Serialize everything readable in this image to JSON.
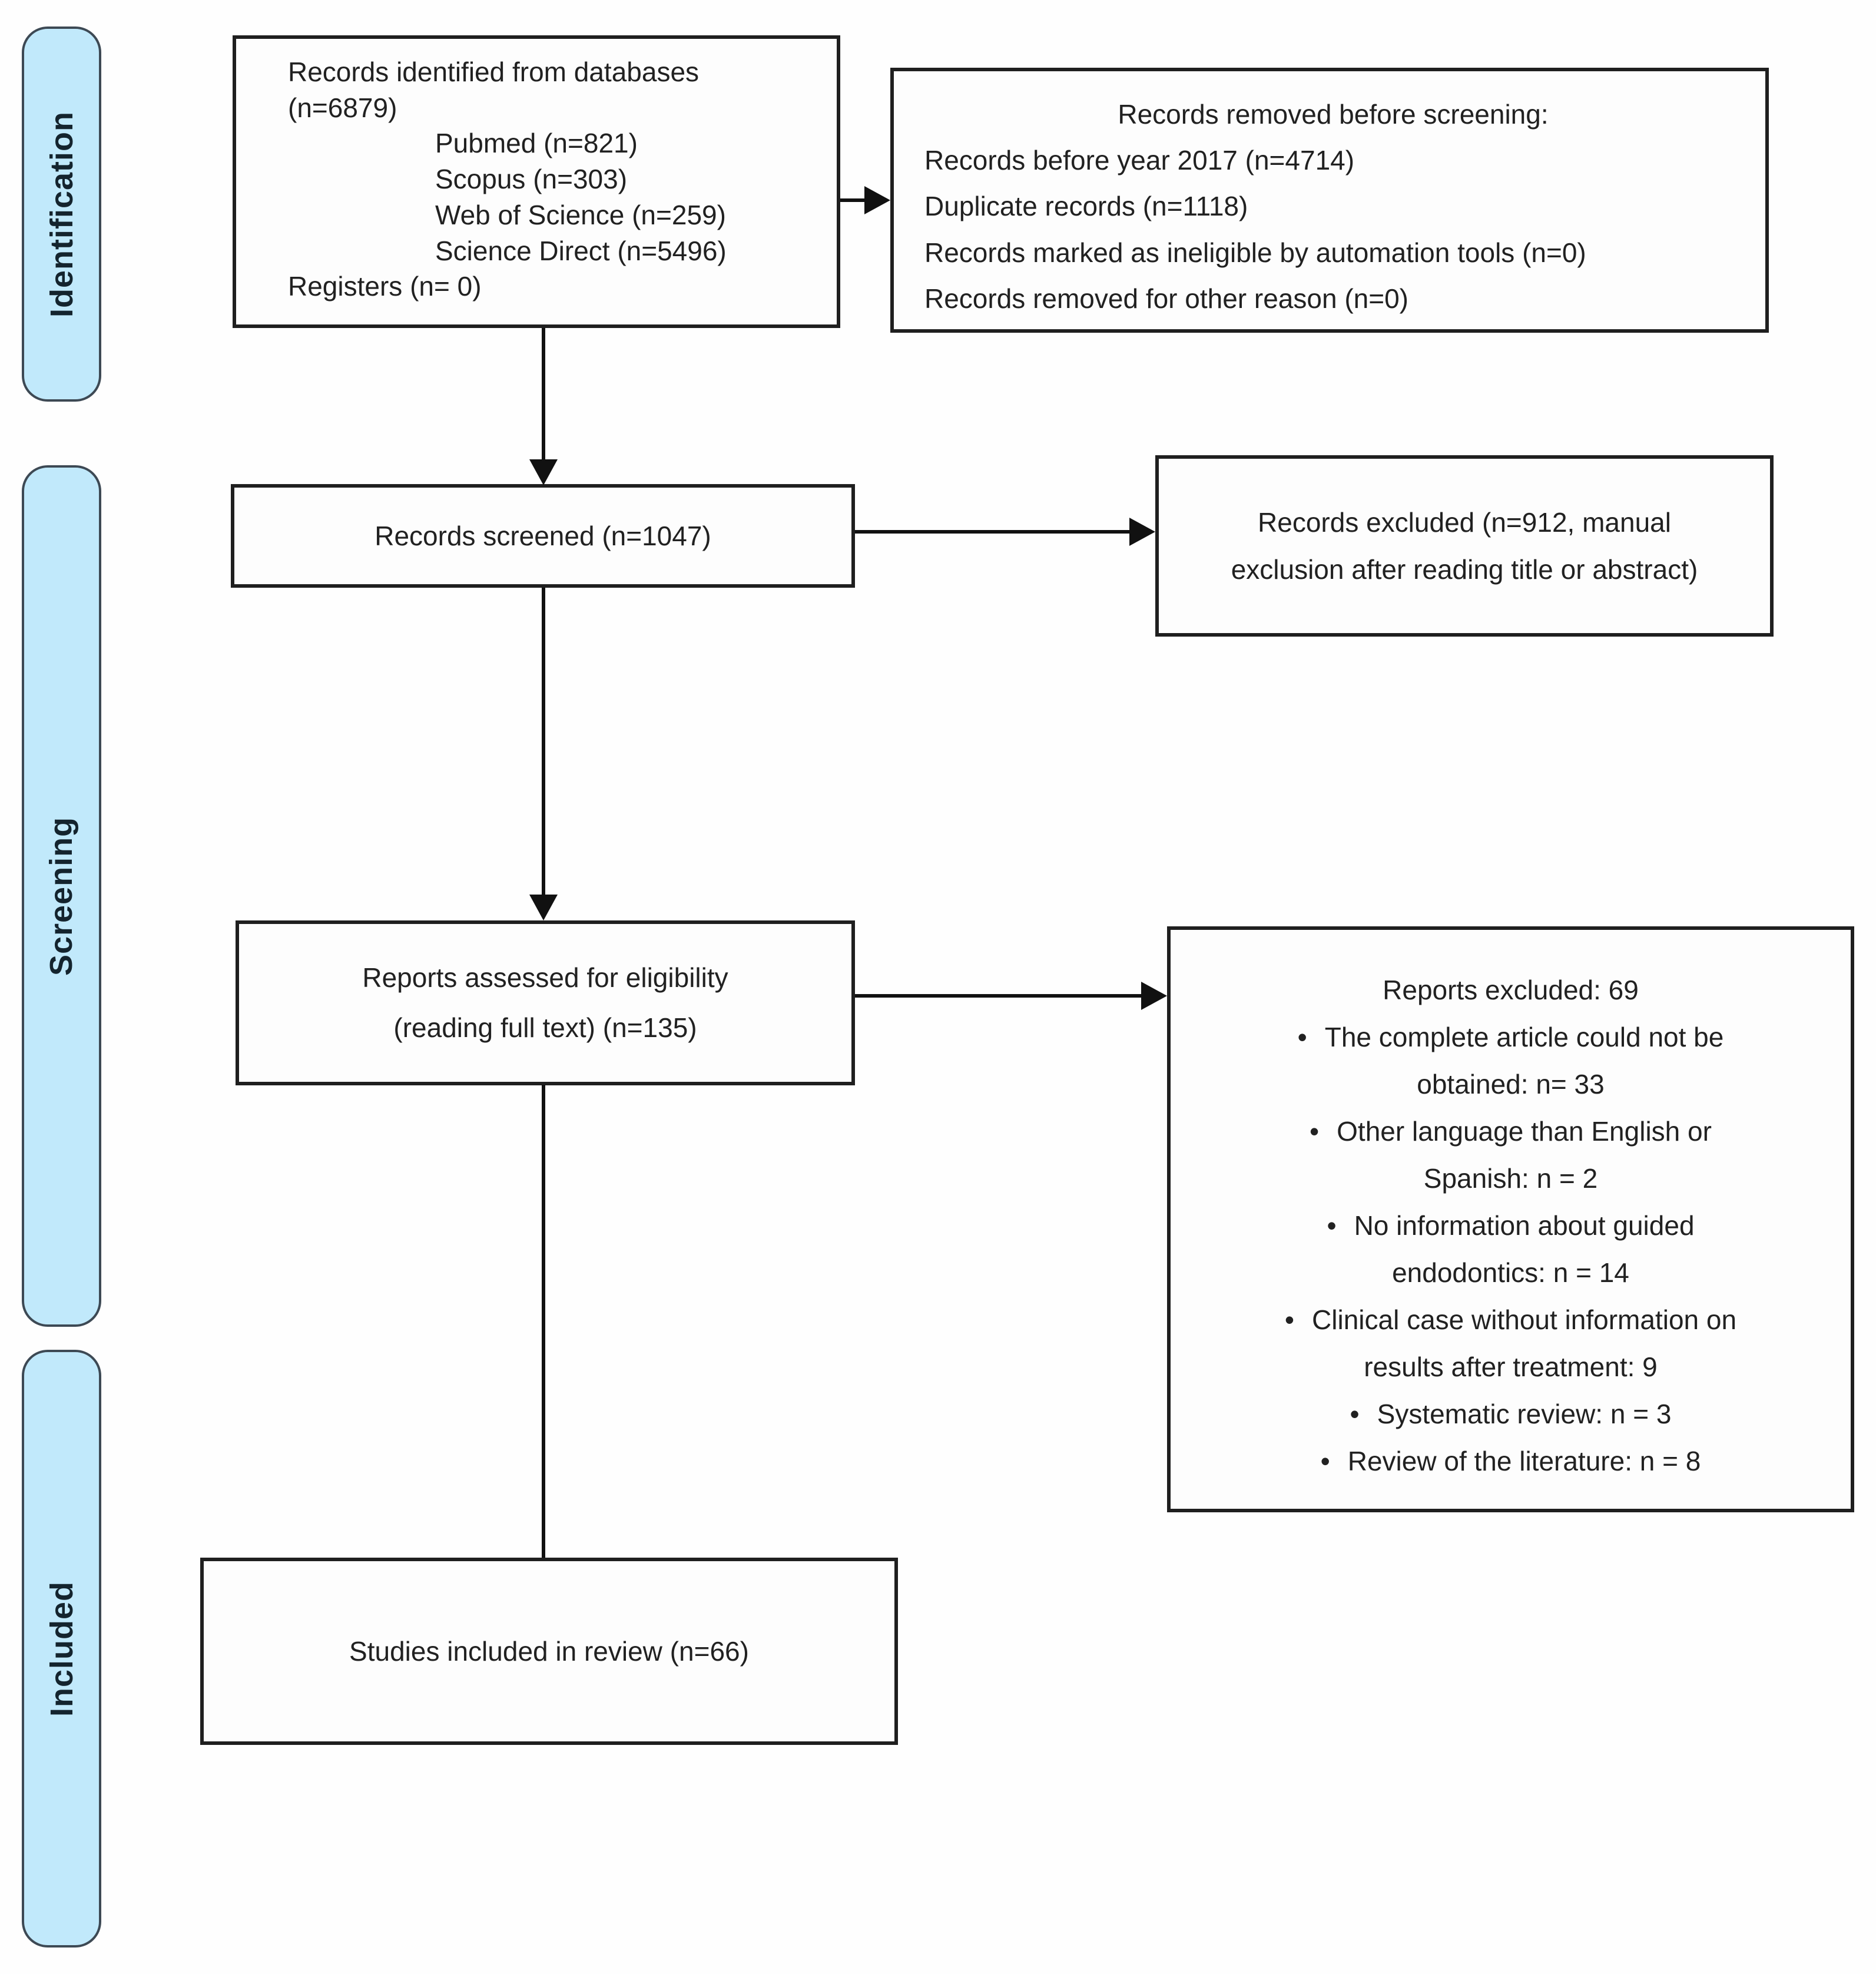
{
  "stages": [
    {
      "label": "Identification"
    },
    {
      "label": "Screening"
    },
    {
      "label": "Included"
    }
  ],
  "boxes": {
    "identified": {
      "line1": "Records identified from databases",
      "line2": "(n=6879)",
      "databases": [
        "Pubmed (n=821)",
        "Scopus (n=303)",
        "Web of Science (n=259)",
        "Science Direct (n=5496)"
      ],
      "registers": "Registers (n= 0)"
    },
    "removed": {
      "title": "Records removed before screening:",
      "reasons": [
        "Records before year 2017 (n=4714)",
        "Duplicate records (n=1118)",
        "Records marked as ineligible by automation tools (n=0)",
        "Records removed for other reason (n=0)"
      ]
    },
    "screened": {
      "text": "Records screened (n=1047)"
    },
    "records_excluded": {
      "text": "Records excluded (n=912, manual exclusion after reading title or abstract)"
    },
    "assessed": {
      "line1": "Reports assessed for eligibility",
      "line2": "(reading full text) (n=135)"
    },
    "reports_excluded": {
      "title": "Reports excluded: 69",
      "bullets": [
        "The complete article could not be obtained: n= 33",
        "Other language than English or Spanish: n = 2",
        "No information about guided endodontics: n = 14",
        "Clinical case without information on results after treatment: 9",
        "Systematic review: n = 3",
        "Review of the literature: n = 8"
      ]
    },
    "included_studies": {
      "text": "Studies included in review (n=66)"
    }
  },
  "colors": {
    "stage_fill": "#c1e9fb",
    "stage_border": "#3d4954",
    "box_border": "#1f1f1f",
    "arrow": "#111111",
    "text": "#212121"
  }
}
